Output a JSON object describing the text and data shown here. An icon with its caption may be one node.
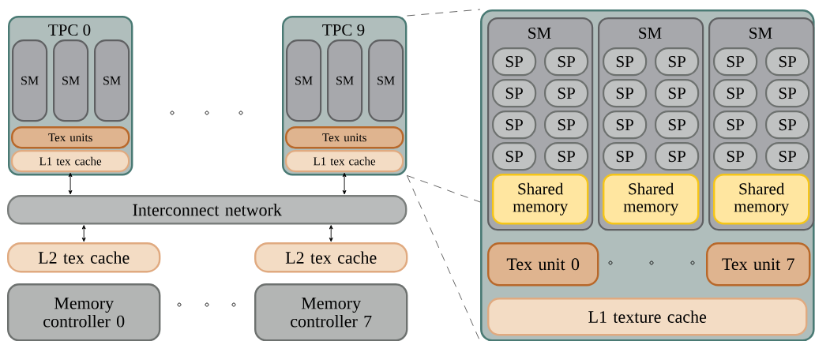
{
  "diagram": {
    "nodes": [
      {
        "text": [
          "TPC 0"
        ]
      },
      {
        "text": [
          "SM"
        ],
        "in": 0
      },
      {
        "text": [
          "SM"
        ],
        "in": 0
      },
      {
        "text": [
          "SM"
        ],
        "in": 0
      },
      {
        "text": [
          "Tex units"
        ],
        "in": 0
      },
      {
        "text": [
          "L1 tex cache"
        ],
        "in": 0
      },
      {
        "text": [
          "TPC 9"
        ]
      },
      {
        "text": [
          "SM"
        ],
        "in": 6
      },
      {
        "text": [
          "SM"
        ],
        "in": 6
      },
      {
        "text": [
          "SM"
        ],
        "in": 6
      },
      {
        "text": [
          "Tex units"
        ],
        "in": 6
      },
      {
        "text": [
          "L1 tex cache"
        ],
        "in": 6
      },
      {
        "text": [
          "Interconnect network"
        ]
      },
      {
        "text": [
          "L2 tex cache"
        ]
      },
      {
        "text": [
          "L2 tex cache"
        ]
      },
      {
        "text": [
          "Memory controller 0"
        ]
      },
      {
        "text": [
          "Memory controller 7"
        ]
      },
      {
        "text": [],
        "shape": "box"
      },
      {
        "text": [
          "SM"
        ],
        "in": 17
      },
      {
        "text": [
          "SP"
        ],
        "in": 18
      },
      {
        "text": [
          "SP"
        ],
        "in": 18
      },
      {
        "text": [
          "SP"
        ],
        "in": 18
      },
      {
        "text": [
          "SP"
        ],
        "in": 18
      },
      {
        "text": [
          "SP"
        ],
        "in": 18
      },
      {
        "text": [
          "SP"
        ],
        "in": 18
      },
      {
        "text": [
          "SP"
        ],
        "in": 18
      },
      {
        "text": [
          "SP"
        ],
        "in": 18
      },
      {
        "text": [
          "Shared memory"
        ],
        "in": 18
      },
      {
        "text": [
          "SM"
        ],
        "in": 17
      },
      {
        "text": [
          "SP"
        ],
        "in": 28
      },
      {
        "text": [
          "SP"
        ],
        "in": 28
      },
      {
        "text": [
          "SP"
        ],
        "in": 28
      },
      {
        "text": [
          "SP"
        ],
        "in": 28
      },
      {
        "text": [
          "SP"
        ],
        "in": 28
      },
      {
        "text": [
          "SP"
        ],
        "in": 28
      },
      {
        "text": [
          "SP"
        ],
        "in": 28
      },
      {
        "text": [
          "SP"
        ],
        "in": 28
      },
      {
        "text": [
          "Shared memory"
        ],
        "in": 28
      },
      {
        "text": [
          "SM"
        ],
        "in": 17
      },
      {
        "text": [
          "SP"
        ],
        "in": 38
      },
      {
        "text": [
          "SP"
        ],
        "in": 38
      },
      {
        "text": [
          "SP"
        ],
        "in": 38
      },
      {
        "text": [
          "SP"
        ],
        "in": 38
      },
      {
        "text": [
          "SP"
        ],
        "in": 38
      },
      {
        "text": [
          "SP"
        ],
        "in": 38
      },
      {
        "text": [
          "SP"
        ],
        "in": 38
      },
      {
        "text": [
          "SP"
        ],
        "in": 38
      },
      {
        "text": [
          "Shared memory"
        ],
        "in": 38
      },
      {
        "text": [
          "Tex unit 0"
        ],
        "in": 17
      },
      {
        "text": [
          "Tex unit 7"
        ],
        "in": 17
      },
      {
        "text": [
          "L1 texture cache"
        ],
        "in": 17
      }
    ],
    "edges": [
      {
        "from": 5,
        "to": 12,
        "arrow": "both"
      },
      {
        "from": 11,
        "to": 12,
        "arrow": "both"
      },
      {
        "from": 12,
        "to": 13,
        "arrow": "both"
      },
      {
        "from": 12,
        "to": 14,
        "arrow": "both"
      },
      {
        "from": 6,
        "to": 17,
        "arrow": "none",
        "style": "dashed"
      },
      {
        "from": 6,
        "to": 17,
        "arrow": "none",
        "style": "dashed"
      },
      {
        "from": 6,
        "to": 17,
        "arrow": "none",
        "style": "dashed"
      }
    ]
  }
}
